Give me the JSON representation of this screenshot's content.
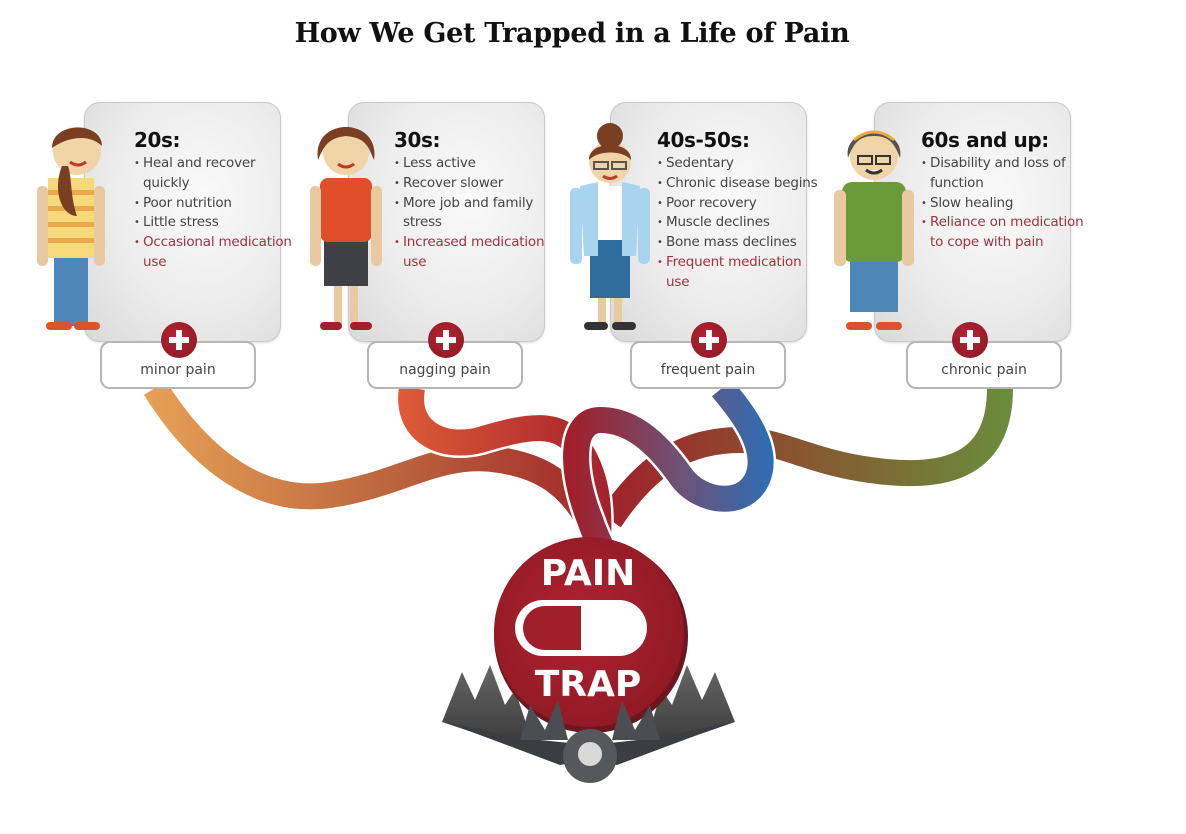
{
  "title": "How We Get Trapped in a Life of Pain",
  "stages": [
    {
      "age": "20s:",
      "items": [
        "Heal and recover quickly",
        "Poor nutrition",
        "Little stress"
      ],
      "medication": "Occasional medication use",
      "pain_label": "minor pain",
      "path_color": "#e8a257"
    },
    {
      "age": "30s:",
      "items": [
        "Less active",
        "Recover slower",
        "More job and family stress"
      ],
      "medication": "Increased medication use",
      "pain_label": "nagging pain",
      "path_color": "#dd5a37"
    },
    {
      "age": "40s-50s:",
      "items": [
        "Sedentary",
        "Chronic disease begins",
        "Poor recovery",
        "Muscle declines",
        "Bone mass declines"
      ],
      "medication": "Frequent medication use",
      "pain_label": "frequent pain",
      "path_color": "#2f6db5"
    },
    {
      "age": "60s and up:",
      "items": [
        "Disability and loss of function",
        "Slow healing"
      ],
      "medication": "Reliance on medication to cope with pain",
      "pain_label": "chronic pain",
      "path_color": "#6a8c3c"
    }
  ],
  "trap": {
    "top_word": "PAIN",
    "bottom_word": "TRAP",
    "color": "#a11f2b"
  }
}
